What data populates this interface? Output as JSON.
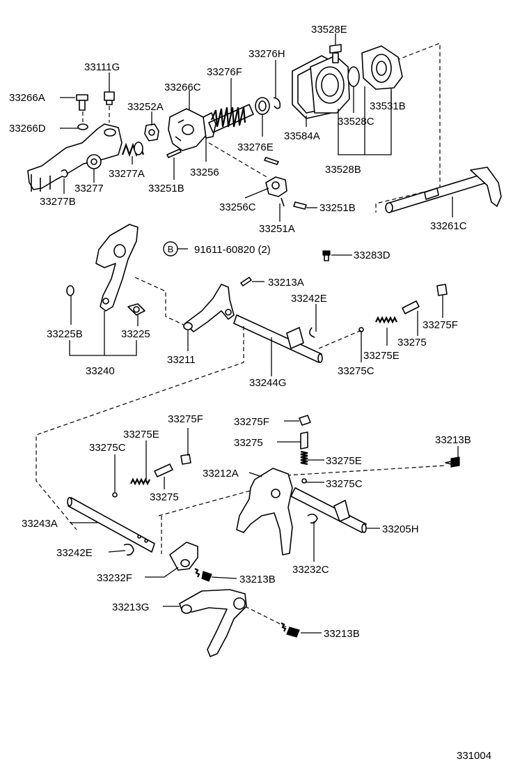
{
  "labels": {
    "l33528E": "33528E",
    "l33276H": "33276H",
    "l33111G": "33111G",
    "l33276F": "33276F",
    "l33266C": "33266C",
    "l33266A": "33266A",
    "l33252A": "33252A",
    "l33531B": "33531B",
    "l33266D": "33266D",
    "l33528C": "33528C",
    "l33584A": "33584A",
    "l33276E": "33276E",
    "l33277A": "33277A",
    "l33256": "33256",
    "l33528B": "33528B",
    "l33277": "33277",
    "l33251B_1": "33251B",
    "l33277B": "33277B",
    "l33256C": "33256C",
    "l33251B_2": "33251B",
    "l33251A": "33251A",
    "l33261C": "33261C",
    "lRef": "91611-60820 (2)",
    "lRefMarker": "B",
    "l33283D": "33283D",
    "l33213A": "33213A",
    "l33242E_1": "33242E",
    "l33275F_1": "33275F",
    "l33225B": "33225B",
    "l33225": "33225",
    "l33275_1": "33275",
    "l33275E_1": "33275E",
    "l33211": "33211",
    "l33275C_1": "33275C",
    "l33240": "33240",
    "l33244G": "33244G",
    "l33275F_2": "33275F",
    "l33275F_3": "33275F",
    "l33275E_2": "33275E",
    "l33275_2": "33275",
    "l33213B_1": "33213B",
    "l33275C_2": "33275C",
    "l33275E_3": "33275E",
    "l33212A": "33212A",
    "l33275C_3": "33275C",
    "l33275_3": "33275",
    "l33243A": "33243A",
    "l33205H": "33205H",
    "l33242E_2": "33242E",
    "l33232C": "33232C",
    "l33232F": "33232F",
    "l33213B_2": "33213B",
    "l33213G": "33213G",
    "l33213B_3": "33213B",
    "figureNo": "331004"
  }
}
